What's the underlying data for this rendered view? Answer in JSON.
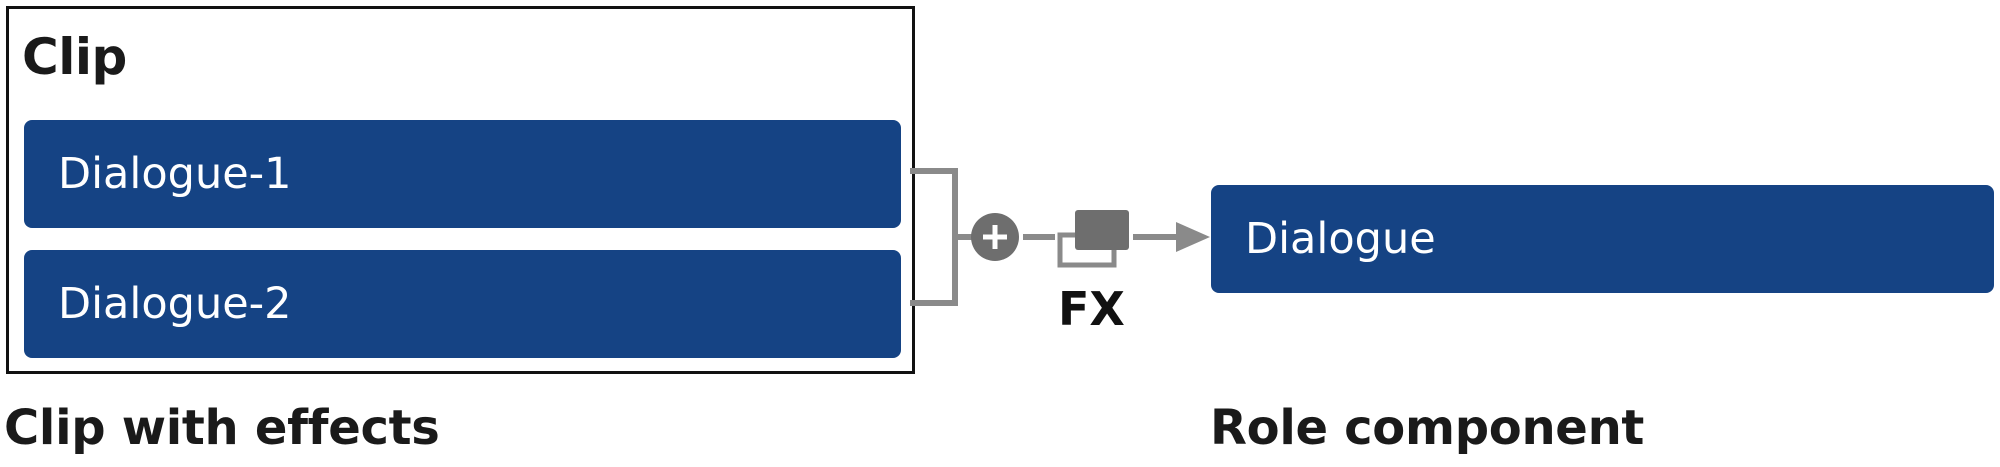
{
  "clip": {
    "title": "Clip",
    "bars": [
      {
        "label": "Dialogue-1"
      },
      {
        "label": "Dialogue-2"
      }
    ]
  },
  "operator": {
    "plus_icon": "plus-circle-icon",
    "effects_icon": "effects-stack-icon",
    "arrow_icon": "arrow-right-icon",
    "label": "FX"
  },
  "result": {
    "label": "Dialogue"
  },
  "captions": {
    "left": "Clip with effects",
    "right": "Role component"
  },
  "colors": {
    "bar": "#154384",
    "connector": "#8a8a8a",
    "icon_fill": "#6e6e6e",
    "text_dark": "#1a1a1a"
  }
}
